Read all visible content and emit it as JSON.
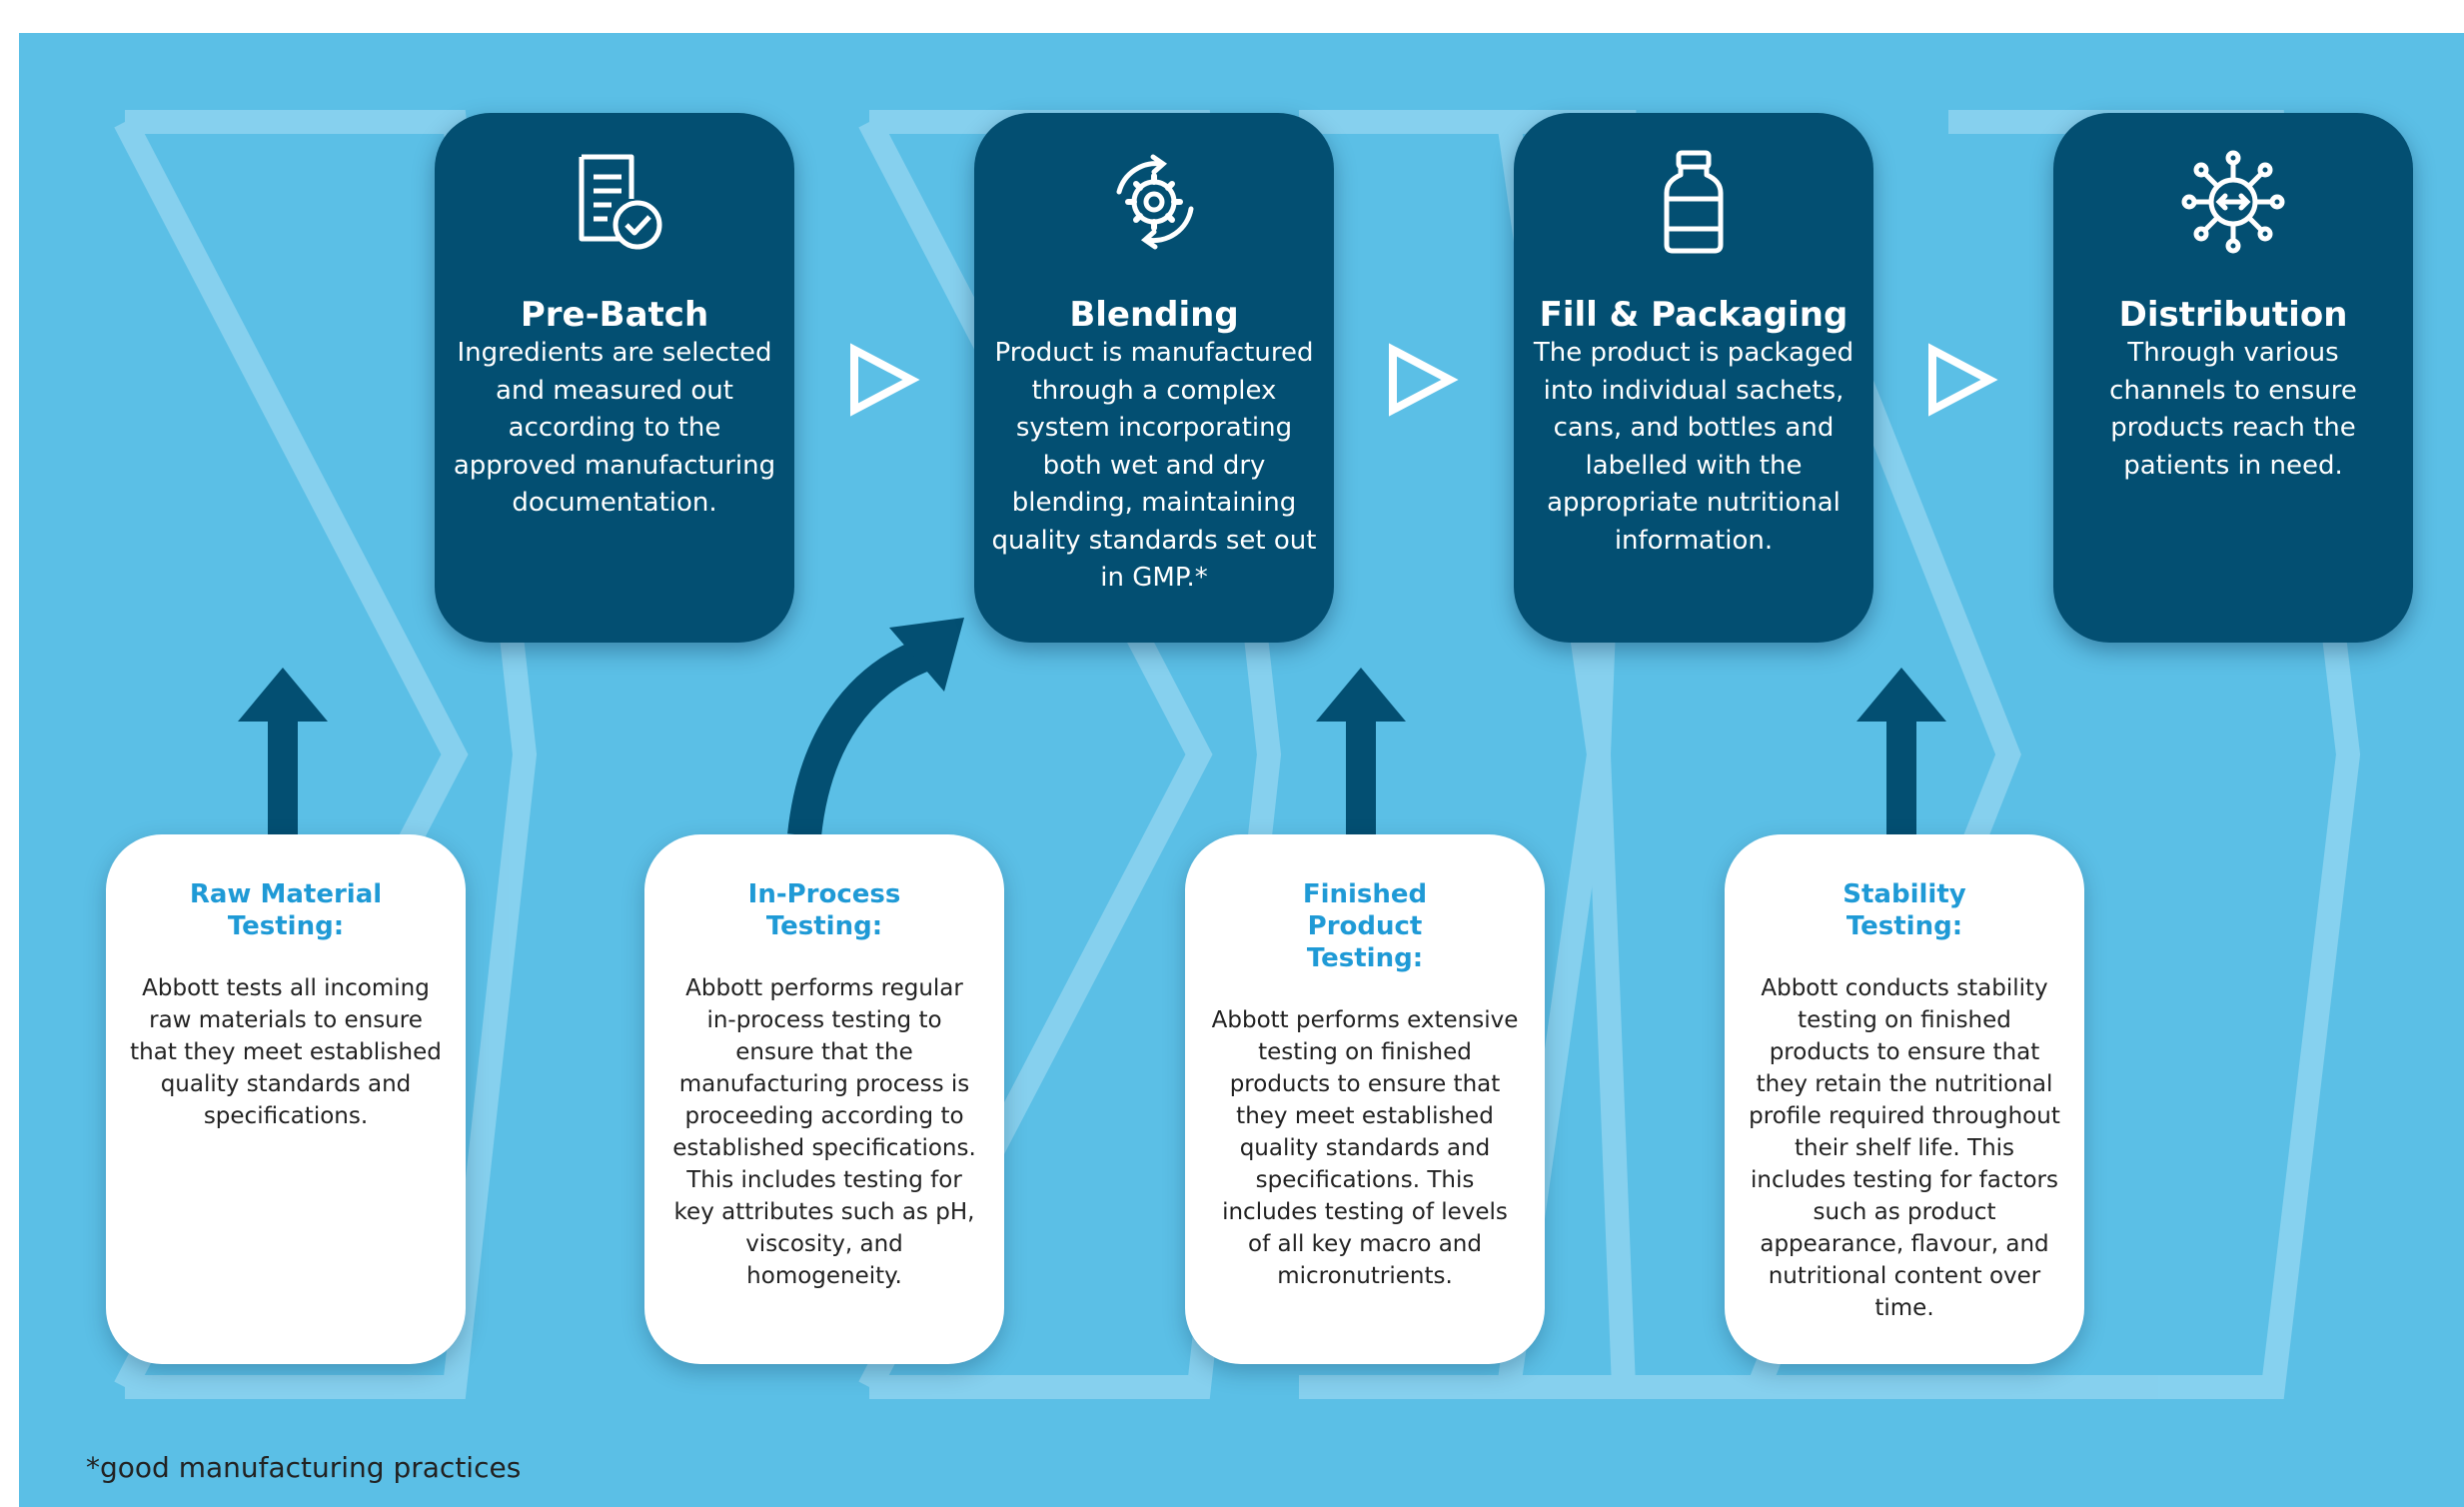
{
  "stages": [
    {
      "title": "Pre-Batch",
      "icon": "checklist-document-icon",
      "description": "Ingredients are selected and measured out according to the approved manufacturing documentation."
    },
    {
      "title": "Blending",
      "icon": "gear-cycle-icon",
      "description": "Product is manufactured through a complex system incorporating both wet and dry blending, maintaining quality standards set out in GMP.*"
    },
    {
      "title": "Fill & Packaging",
      "icon": "bottle-icon",
      "description": "The product is packaged into individual sachets, cans, and bottles and labelled with the appropriate nutritional information."
    },
    {
      "title": "Distribution",
      "icon": "network-hub-icon",
      "description": "Through various channels to ensure products reach the patients in need."
    }
  ],
  "tests": [
    {
      "title": "Raw Material Testing:",
      "description": "Abbott tests all incoming raw materials to ensure that they meet established quality standards and specifications."
    },
    {
      "title": "In-Process Testing:",
      "description": "Abbott performs regular in-process testing to ensure that the manufacturing process is proceeding according to established specifications. This includes testing for key attributes such as pH, viscosity, and homogeneity."
    },
    {
      "title": "Finished Product Testing:",
      "description": "Abbott performs extensive testing on finished products to ensure that they meet established quality standards and specifications. This includes testing of levels of all key macro and micronutrients."
    },
    {
      "title": "Stability Testing:",
      "description": "Abbott conducts stability testing on finished products to ensure that they retain the nutritional profile required throughout their shelf life. This includes testing for factors such as product appearance, flavour, and nutritional content over time."
    }
  ],
  "footnote": "*good manufacturing practices",
  "colors": {
    "background": "#5bbfe6",
    "card_dark": "#034f72",
    "card_light": "#ffffff",
    "chevron": "#8ed3f0",
    "test_title": "#1f9ad6"
  }
}
